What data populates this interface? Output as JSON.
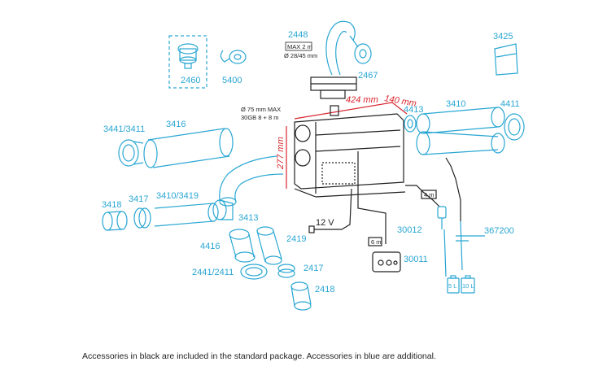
{
  "caption": "Accessories in black are included in the standard package. Accessories in blue are additional.",
  "colors": {
    "additional": "#29a6d3",
    "standard": "#222222",
    "dimension": "#d8262e"
  },
  "labels": {
    "p2460": "2460",
    "p5400": "5400",
    "p2448": "2448",
    "p2467": "2467",
    "p3425": "3425",
    "p3441_3411": "3441/3411",
    "p3416": "3416",
    "p3418": "3418",
    "p3417": "3417",
    "p3410_3419": "3410/3419",
    "p3413": "3413",
    "p4416": "4416",
    "p2441_2411": "2441/2411",
    "p2419": "2419",
    "p2417": "2417",
    "p2418": "2418",
    "p4413": "4413",
    "p3410": "3410",
    "p4411": "4411",
    "p30012": "30012",
    "p30011": "30011",
    "p367200": "367200"
  },
  "notes": {
    "max_2m": "MAX 2 m",
    "diam_2845": "Ø 28/45 mm",
    "diam_75": "Ø 75 mm MAX",
    "cable_30gb": "30GB 8 + 8 m",
    "volt": "12 V",
    "len_4m": "4 m",
    "len_6m": "6 m",
    "tank_5l": "5 L",
    "tank_10l": "10 L"
  },
  "dimensions": {
    "width": "424 mm",
    "depth": "140 mm",
    "height": "277 mm"
  }
}
